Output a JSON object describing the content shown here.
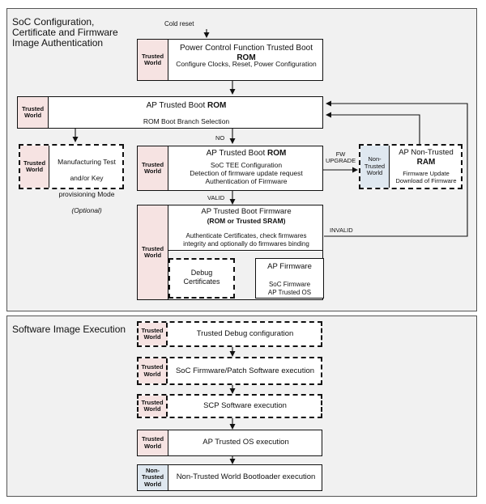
{
  "sections": {
    "top_title": "SoC Configuration,\nCertificate and Firmware\nImage Authentication",
    "bottom_title": "Software Image Execution"
  },
  "tags": {
    "trusted": "Trusted\nWorld",
    "non_trusted": "Non-\nTrusted\nWorld"
  },
  "flow_labels": {
    "cold_reset": "Cold reset",
    "no": "NO",
    "fw_upgrade": "FW\nUPGRADE",
    "valid": "VALID",
    "invalid": "INVALID"
  },
  "boxes": {
    "power_control": {
      "title": "Power Control Function Trusted Boot ",
      "title_bold": "ROM",
      "desc": "Configure Clocks, Reset, Power Configuration"
    },
    "ap_rom_top": {
      "title": "AP Trusted Boot ",
      "title_bold": "ROM",
      "desc": "ROM Boot Branch Selection"
    },
    "manufacturing": {
      "line1": "Manufacturing Test",
      "line2": "and/or Key",
      "line3": "provisioning Mode",
      "line4": "(Optional)"
    },
    "ap_rom_mid": {
      "title": "AP Trusted Boot ",
      "title_bold": "ROM",
      "desc": "SoC TEE Configuration\nDetection of firmware update request\nAuthentication of Firmware"
    },
    "ap_nontrusted_ram": {
      "title": "AP Non-Trusted",
      "title_bold": "RAM",
      "desc": "Firmware Update\nDownload of Firmware"
    },
    "ap_firmware_stage": {
      "title": "AP Trusted Boot Firmware",
      "subtitle": "(ROM or Trusted SRAM)",
      "desc": "Authenticate Certificates, check firmwares\nintegrity and optionally do firmwares binding"
    },
    "debug_certs": {
      "text": "Debug\nCertificates"
    },
    "ap_firmware": {
      "title": "AP Firmware",
      "desc": "SoC Firmware\nAP Trusted OS"
    },
    "trusted_debug": {
      "text": "Trusted Debug configuration"
    },
    "soc_patch": {
      "text": "SoC Firmware/Patch Software execution"
    },
    "scp": {
      "text": "SCP Software execution"
    },
    "ap_os": {
      "text": "AP Trusted OS execution"
    },
    "nt_bootloader": {
      "text": "Non-Trusted World Bootloader execution"
    }
  }
}
